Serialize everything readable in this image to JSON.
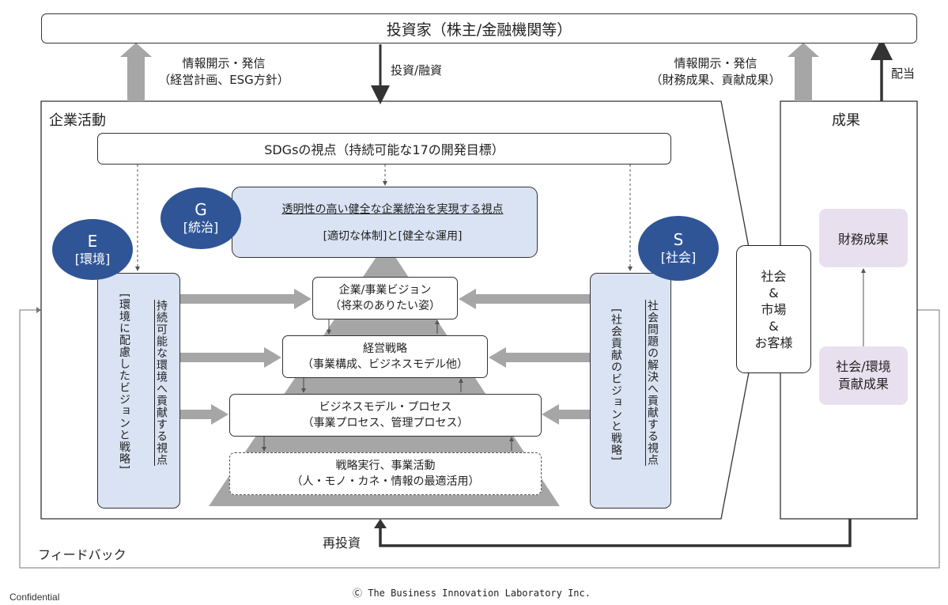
{
  "investor": {
    "label": "投資家（株主/金融機関等）"
  },
  "flows": {
    "disclosure_left": {
      "line1": "情報開示・発信",
      "line2": "（経営計画、ESG方針）"
    },
    "investment": "投資/融資",
    "disclosure_right": {
      "line1": "情報開示・発信",
      "line2": "（財務成果、貢献成果）"
    },
    "dividend": "配当",
    "reinvestment": "再投資",
    "feedback": "フィードバック"
  },
  "corporate": {
    "title": "企業活動",
    "sdgs": "SDGsの視点（持続可能な17の開発目標）",
    "e_badge": {
      "letter": "E",
      "label": "[環境]"
    },
    "g_badge": {
      "letter": "G",
      "label": "[統治]"
    },
    "s_badge": {
      "letter": "S",
      "label": "[社会]"
    },
    "governance": {
      "title": "透明性の高い健全な企業統治を実現する視点",
      "sub": "[適切な体制]と[健全な運用]"
    },
    "env_panel": {
      "main": "持続可能な環境へ貢献する視点",
      "sub": "[環境に配慮したビジョンと戦略]"
    },
    "soc_panel": {
      "main": "社会問題の解決へ貢献する視点",
      "sub": "[社会貢献のビジョンと戦略]"
    },
    "vision": {
      "line1": "企業/事業ビジョン",
      "line2": "（将来のありたい姿）"
    },
    "strategy": {
      "line1": "経営戦略",
      "line2": "（事業構成、ビジネスモデル他）"
    },
    "business_model": {
      "line1": "ビジネスモデル・プロセス",
      "line2": "（事業プロセス、管理プロセス）"
    },
    "execution": {
      "line1": "戦略実行、事業活動",
      "line2": "（人・モノ・カネ・情報の最適活用）"
    }
  },
  "market": {
    "line1": "社会",
    "line2": "&",
    "line3": "市場",
    "line4": "&",
    "line5": "お客様"
  },
  "results": {
    "title": "成果",
    "financial": "財務成果",
    "social": {
      "line1": "社会/環境",
      "line2": "貢献成果"
    }
  },
  "footer": {
    "confidential": "Confidential",
    "copyright": "Ⓒ The Business Innovation Laboratory Inc."
  },
  "colors": {
    "navy": "#2f5597",
    "light_blue": "#dae3f3",
    "lavender": "#e8e0ef",
    "gray": "#a6a6a6",
    "dark": "#404040"
  }
}
